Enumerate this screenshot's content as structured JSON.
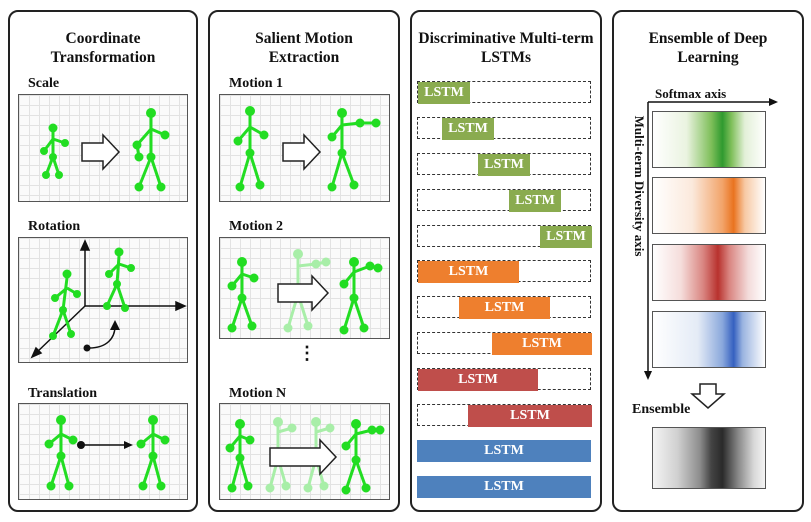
{
  "panels": {
    "coordinate": {
      "title": "Coordinate Transformation",
      "labels": {
        "scale": "Scale",
        "rotation": "Rotation",
        "translation": "Translation"
      }
    },
    "salient": {
      "title": "Salient Motion Extraction",
      "labels": {
        "motion1": "Motion 1",
        "motion2": "Motion 2",
        "motionN": "Motion N"
      },
      "ellipsis": "⋮"
    },
    "lstms": {
      "title": "Discriminative Multi-term LSTMs",
      "block_label": "LSTM"
    },
    "ensemble": {
      "title": "Ensemble of Deep Learning",
      "x_axis": "Softmax axis",
      "y_axis": "Multi-term Diversity axis",
      "ensemble_label": "Ensemble"
    }
  },
  "colors": {
    "skeleton": "#22dd22",
    "skeleton_faded": "#a8eea8",
    "green": "#8aab4f",
    "orange": "#ee7f2e",
    "red": "#bf4e4b",
    "blue": "#4e81bd",
    "gray": "#333333"
  }
}
